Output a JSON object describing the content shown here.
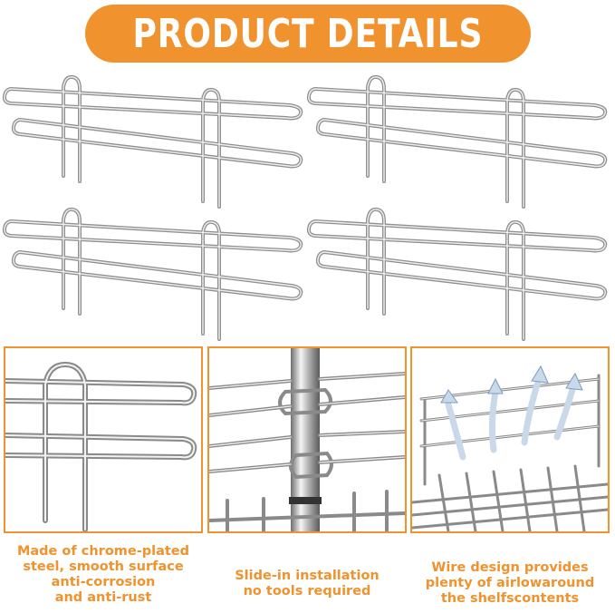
{
  "banner": {
    "title": "PRODUCT DETAILS"
  },
  "colors": {
    "accent": "#f0922d",
    "chrome": "#9a9a9a",
    "chrome_light": "#d9d9d9"
  },
  "captions": [
    {
      "lines": [
        "Made of chrome-plated",
        "steel, smooth surface",
        "anti-corrosion",
        "and anti-rust"
      ]
    },
    {
      "lines": [
        "Slide-in installation",
        "no tools required"
      ]
    },
    {
      "lines": [
        "Wire design provides",
        "plenty of airlowaround",
        "the shelfscontents"
      ]
    }
  ],
  "icons": [
    "shelf-ledge-rail",
    "airflow-arrows-icon"
  ]
}
